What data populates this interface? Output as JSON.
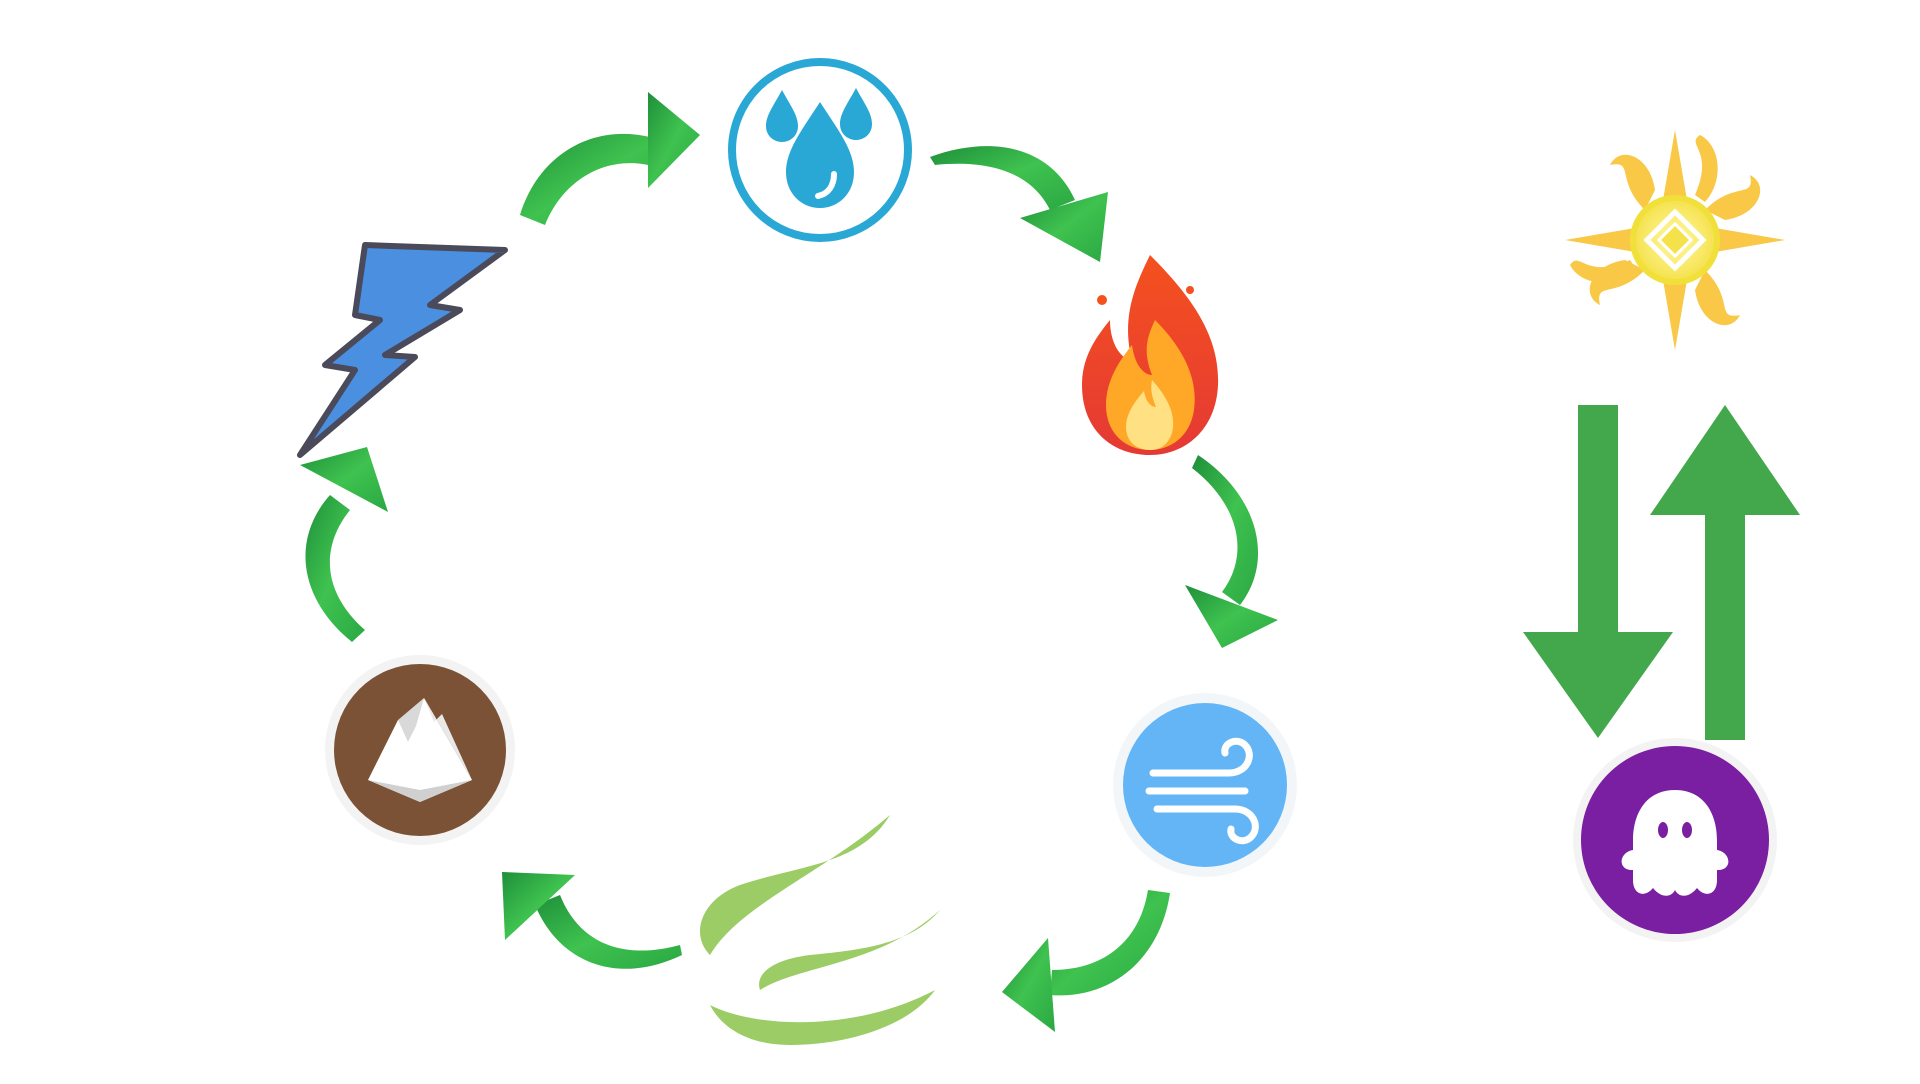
{
  "diagram": {
    "cycle_order": [
      "water",
      "fire",
      "wind",
      "nature",
      "earth",
      "lightning"
    ],
    "side_pair": [
      "light",
      "dark"
    ],
    "elements": {
      "water": {
        "icon": "water-drops-icon",
        "color": "#29a8d6"
      },
      "fire": {
        "icon": "flame-icon",
        "color": "#f4511e"
      },
      "wind": {
        "icon": "wind-icon",
        "color": "#64b5f6"
      },
      "nature": {
        "icon": "leaves-icon",
        "color": "#9ccc65"
      },
      "earth": {
        "icon": "mountain-icon",
        "color": "#7b5236"
      },
      "lightning": {
        "icon": "lightning-bolt-icon",
        "color": "#4a8fe0"
      },
      "light": {
        "icon": "sun-icon",
        "color": "#f9c846"
      },
      "dark": {
        "icon": "ghost-icon",
        "color": "#7b1fa2"
      }
    },
    "arrow_color": "#3bb34a",
    "exchange_arrow_color": "#43a84c"
  }
}
